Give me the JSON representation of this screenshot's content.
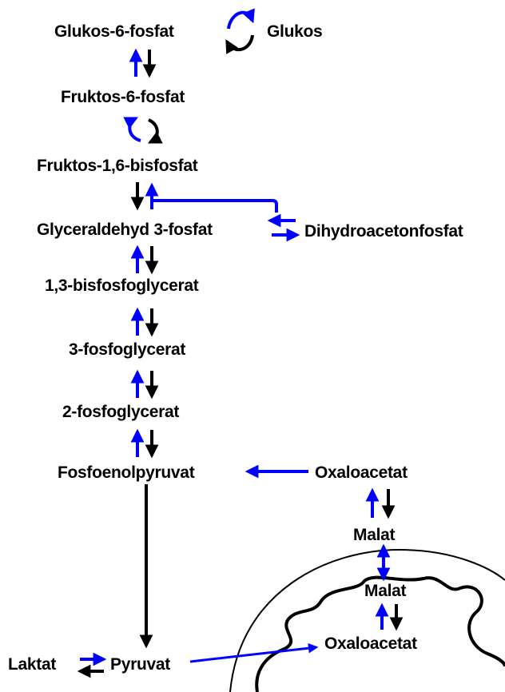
{
  "colors": {
    "reverse": "#0000ff",
    "forward": "#000000"
  },
  "labels": {
    "glucose_6_phosphate": "Glukos-6-fosfat",
    "glucose": "Glukos",
    "fructose_6_phosphate": "Fruktos-6-fosfat",
    "fructose_1_6_bisphosphate": "Fruktos-1,6-bisfosfat",
    "glyceraldehyde_3_phosphate": "Glyceraldehyd 3-fosfat",
    "dihydroxyacetone_phosphate": "Dihydroacetonfosfat",
    "bisphosphoglycerate_1_3": "1,3-bisfosfoglycerat",
    "phosphoglycerate_3": "3-fosfoglycerat",
    "phosphoglycerate_2": "2-fosfoglycerat",
    "phosphoenolpyruvate": "Fosfoenolpyruvat",
    "oxaloacetate_cytosol": "Oxaloacetat",
    "malate_cytosol": "Malat",
    "malate_mitochondria": "Malat",
    "oxaloacetate_mitochondria": "Oxaloacetat",
    "lactate": "Laktat",
    "pyruvate": "Pyruvat"
  }
}
